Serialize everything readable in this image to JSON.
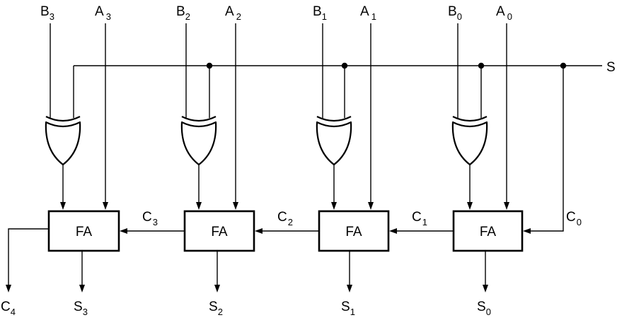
{
  "stages": [
    {
      "index": 3,
      "b_label": "B",
      "b_sub": "3",
      "a_label": "A",
      "a_sub": "3",
      "fa_label": "FA",
      "sum_label": "S",
      "sum_sub": "3",
      "carry_in_label": "C",
      "carry_in_sub": "3"
    },
    {
      "index": 2,
      "b_label": "B",
      "b_sub": "2",
      "a_label": "A",
      "a_sub": "2",
      "fa_label": "FA",
      "sum_label": "S",
      "sum_sub": "2",
      "carry_in_label": "C",
      "carry_in_sub": "2"
    },
    {
      "index": 1,
      "b_label": "B",
      "b_sub": "1",
      "a_label": "A",
      "a_sub": "1",
      "fa_label": "FA",
      "sum_label": "S",
      "sum_sub": "1",
      "carry_in_label": "C",
      "carry_in_sub": "1"
    },
    {
      "index": 0,
      "b_label": "B",
      "b_sub": "0",
      "a_label": "A",
      "a_sub": "0",
      "fa_label": "FA",
      "sum_label": "S",
      "sum_sub": "0",
      "carry_in_label": "C",
      "carry_in_sub": "0"
    }
  ],
  "select_label": "S",
  "carry_out": {
    "label": "C",
    "sub": "4"
  }
}
